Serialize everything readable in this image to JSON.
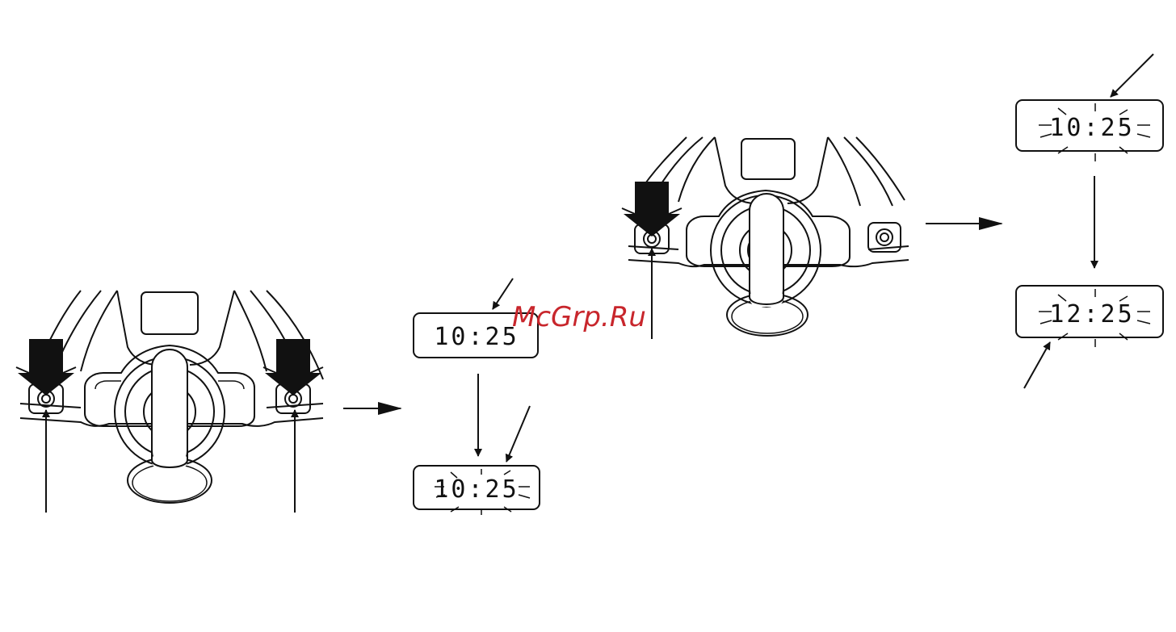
{
  "watermark": {
    "text": "McGrp.Ru",
    "color": "#c8262c"
  },
  "displays": {
    "step1_before": "10:25",
    "step1_flashing": "10:25",
    "step2_flashing": "10:25",
    "step2_adjusted": "12:25"
  },
  "icons": {
    "press": "black-down-arrow-icon",
    "pointer": "pointer-arrow-icon",
    "flow": "flow-arrow-icon",
    "blink": "blink-rays-icon"
  }
}
